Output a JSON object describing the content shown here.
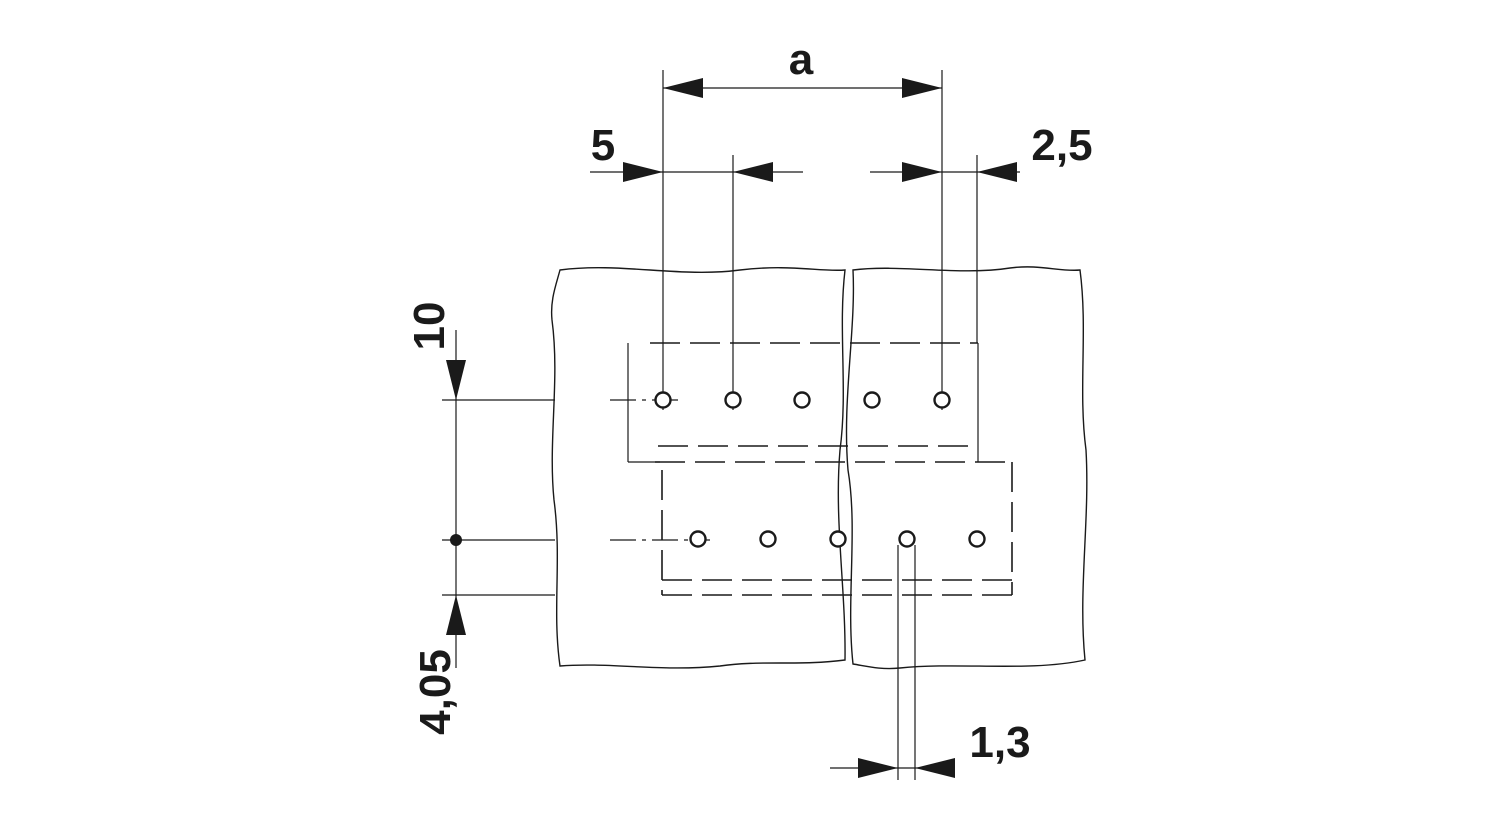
{
  "dimensions": {
    "a": "a",
    "pitch": "5",
    "edge_offset": "2,5",
    "row_spacing": "10",
    "edge_distance": "4,05",
    "hole_diameter": "1,3"
  },
  "colors": {
    "line": "#1a1a1a",
    "background": "#ffffff"
  }
}
